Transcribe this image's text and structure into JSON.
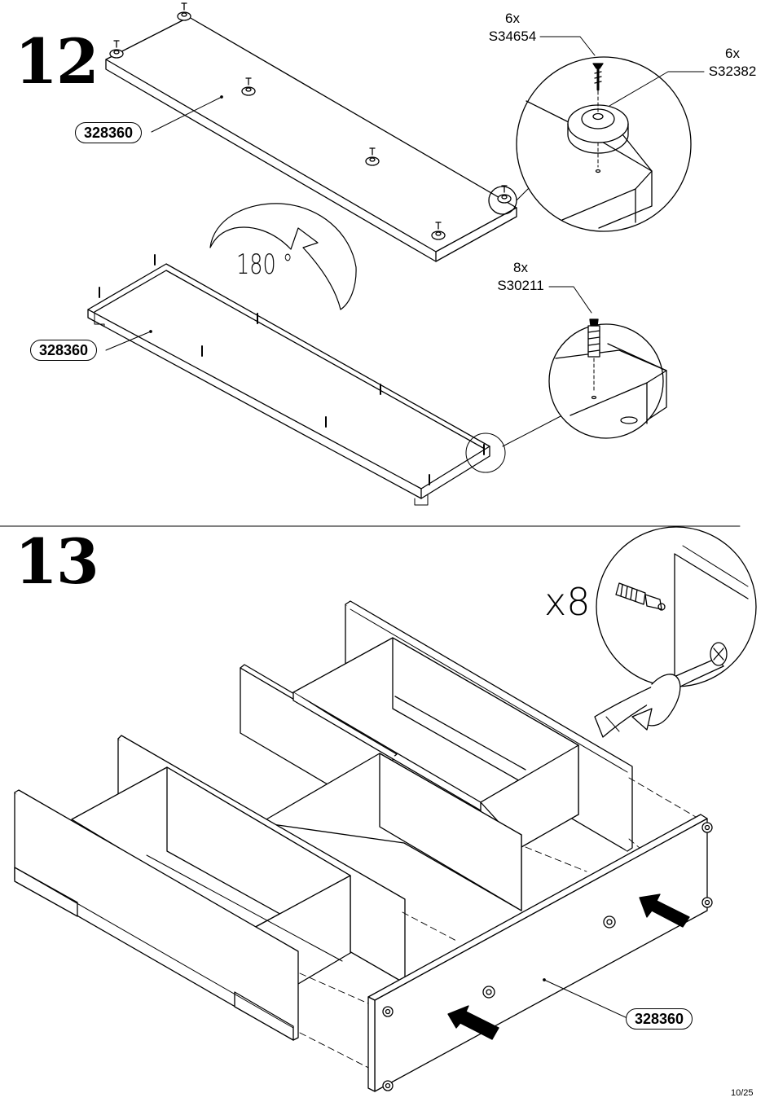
{
  "steps": {
    "step12": {
      "number": "12",
      "top_panel_label": "328360",
      "bottom_panel_label": "328360",
      "rotation": "180 °",
      "screw": {
        "qty": "6x",
        "code": "S34654"
      },
      "glide": {
        "qty": "6x",
        "code": "S32382"
      },
      "dowel": {
        "qty": "8x",
        "code": "S30211"
      }
    },
    "step13": {
      "number": "13",
      "fastener_count": "x8",
      "front_panel_label": "328360"
    }
  },
  "footer": {
    "page": "10/25"
  }
}
